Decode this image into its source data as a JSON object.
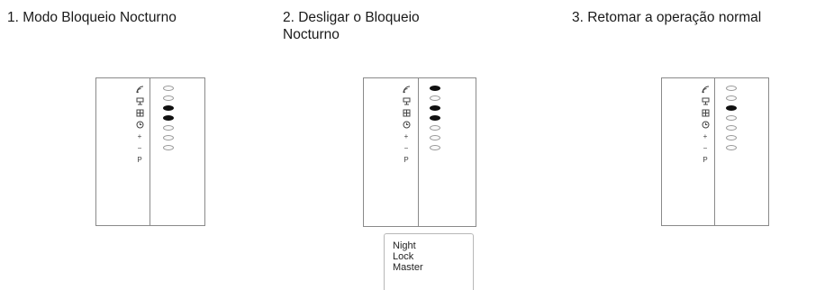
{
  "steps": [
    {
      "title": "1. Modo Bloqueio Nocturno",
      "leds": [
        false,
        false,
        true,
        true,
        false,
        false,
        false
      ]
    },
    {
      "title": "2. Desligar o Bloqueio\n    Nocturno",
      "leds": [
        true,
        false,
        true,
        true,
        false,
        false,
        false
      ]
    },
    {
      "title": "3. Retomar a operação normal",
      "leds": [
        false,
        false,
        true,
        false,
        false,
        false,
        false
      ]
    }
  ],
  "icons": [
    "wifi-icon",
    "network-icon",
    "grid-icon",
    "clock-icon",
    "plus-icon",
    "minus-icon",
    "p-icon"
  ],
  "icon_glyphs": {
    "plus": "+",
    "minus": "−",
    "p": "P"
  },
  "note": {
    "lines": [
      "Night",
      "Lock",
      "Master"
    ]
  },
  "colors": {
    "led_on": "#111111",
    "led_off": "#fafafa",
    "panel_border": "#8a8a8a"
  }
}
